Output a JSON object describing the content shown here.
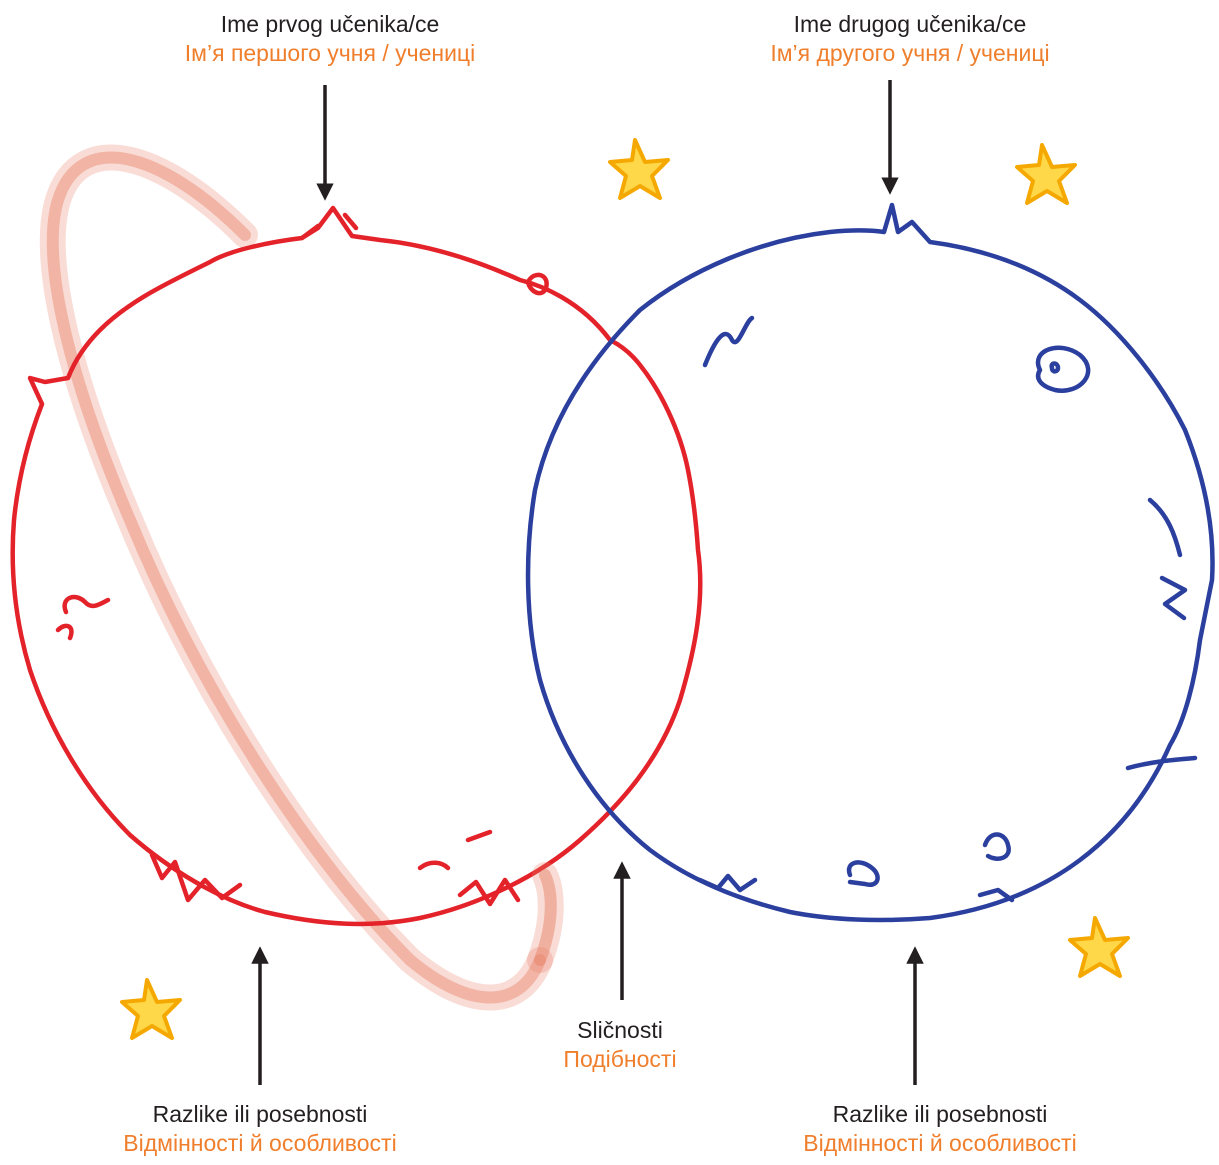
{
  "labels": {
    "first_student": {
      "primary": "Ime prvog učenika/ce",
      "secondary": "Ім’я першого учня / учениці"
    },
    "second_student": {
      "primary": "Ime drugog učenika/ce",
      "secondary": "Ім’я другого учня / учениці"
    },
    "similarities": {
      "primary": "Sličnosti",
      "secondary": "Подібності"
    },
    "differences_left": {
      "primary": "Razlike ili posebnosti",
      "secondary": "Відмінності й особливості"
    },
    "differences_right": {
      "primary": "Razlike ili posebnosti",
      "secondary": "Відмінності й особливості"
    }
  },
  "colors": {
    "primary_text": "#231f20",
    "secondary_text": "#f07f2d",
    "left_circle": "#e4222a",
    "right_circle": "#2b3f9e",
    "ring": "#e8836a",
    "stars": "#ffc61e",
    "star_outline": "#f5a800",
    "arrow": "#231f20"
  },
  "icons": [
    "arrow-down-icon",
    "arrow-up-icon",
    "star-icon"
  ]
}
